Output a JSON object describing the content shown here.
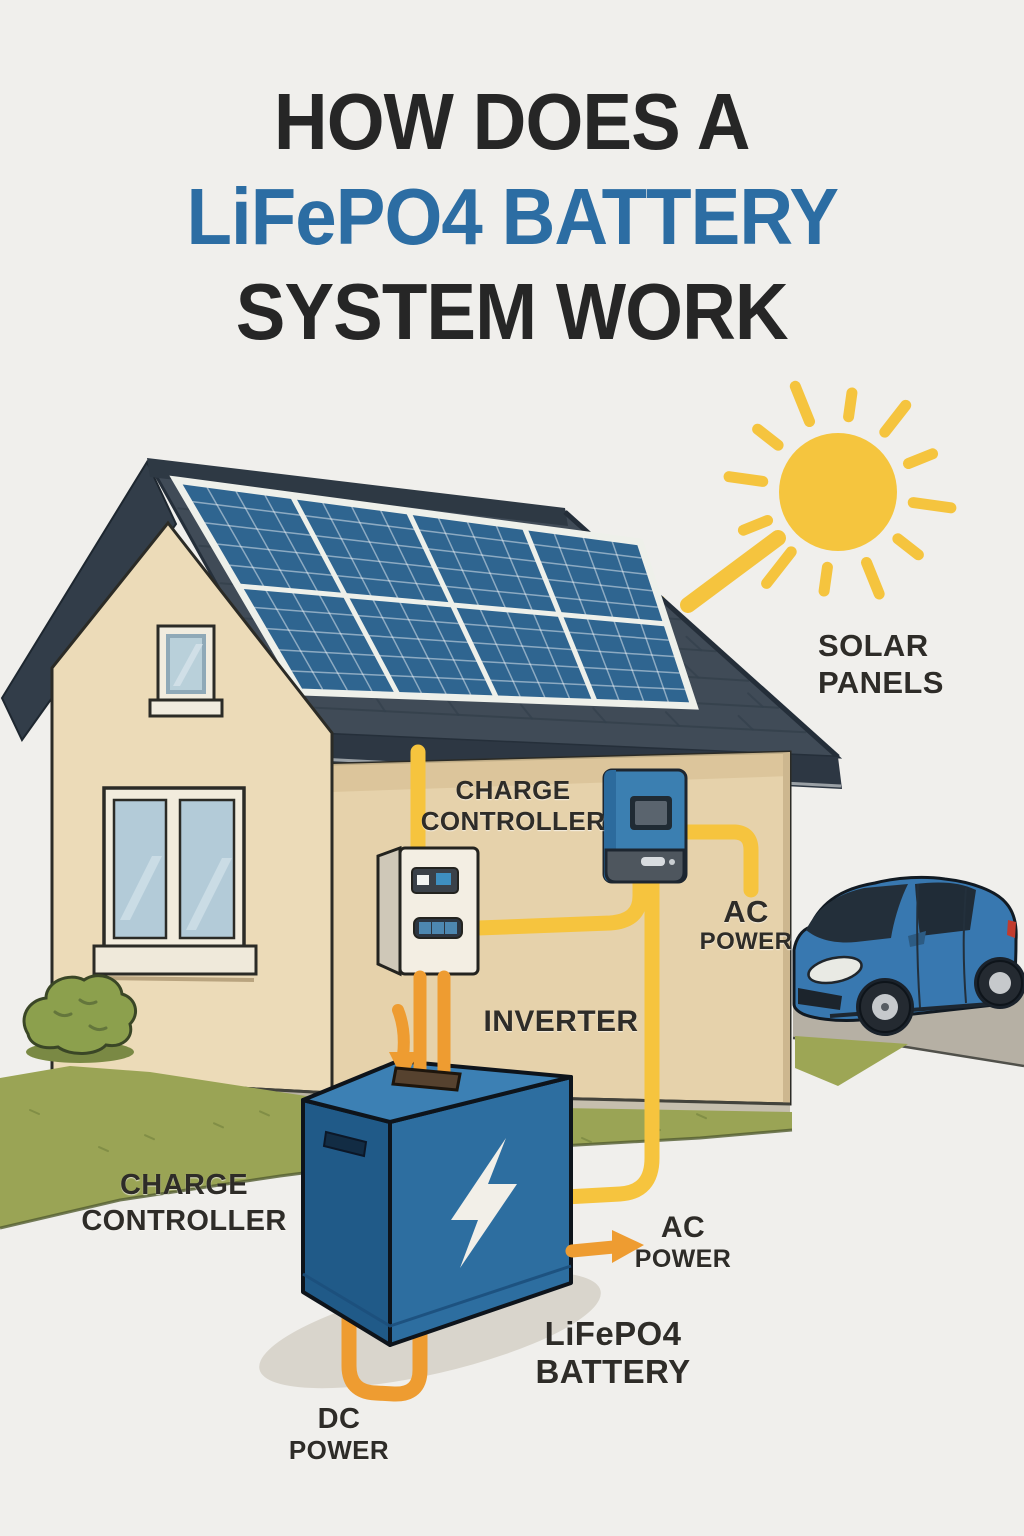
{
  "title": {
    "line1": "HOW DOES A",
    "line2": "LiFePO4 BATTERY",
    "line3": "SYSTEM WORK",
    "accent_color": "#2C6DA3",
    "text_color": "#262626"
  },
  "labels": {
    "solar_panels": {
      "line1": "SOLAR",
      "line2": "PANELS"
    },
    "charge_controller_wall": {
      "line1": "CHARGE",
      "line2": "CONTROLLER"
    },
    "ac_power_wall": {
      "line1": "AC",
      "line2": "POWER"
    },
    "inverter": {
      "line1": "INVERTER"
    },
    "charge_controller_ground": {
      "line1": "CHARGE",
      "line2": "CONTROLLER"
    },
    "ac_power_battery": {
      "line1": "AC",
      "line2": "POWER"
    },
    "lifepo4_battery": {
      "line1": "LiFePO4",
      "line2": "BATTERY"
    },
    "dc_power": {
      "line1": "DC",
      "line2": "POWER"
    }
  },
  "colors": {
    "background": "#F0EFEC",
    "sun_yellow": "#F5C53E",
    "wire_yellow": "#F6C43E",
    "wire_orange": "#EE9C31",
    "roof_dark": "#404B57",
    "panel_blue": "#2F6590",
    "wall_beige": "#EADAB6",
    "battery_blue": "#2D6EA0",
    "car_blue": "#3878B0",
    "grass_green": "#9AA455",
    "label_text": "#2E2C28"
  }
}
